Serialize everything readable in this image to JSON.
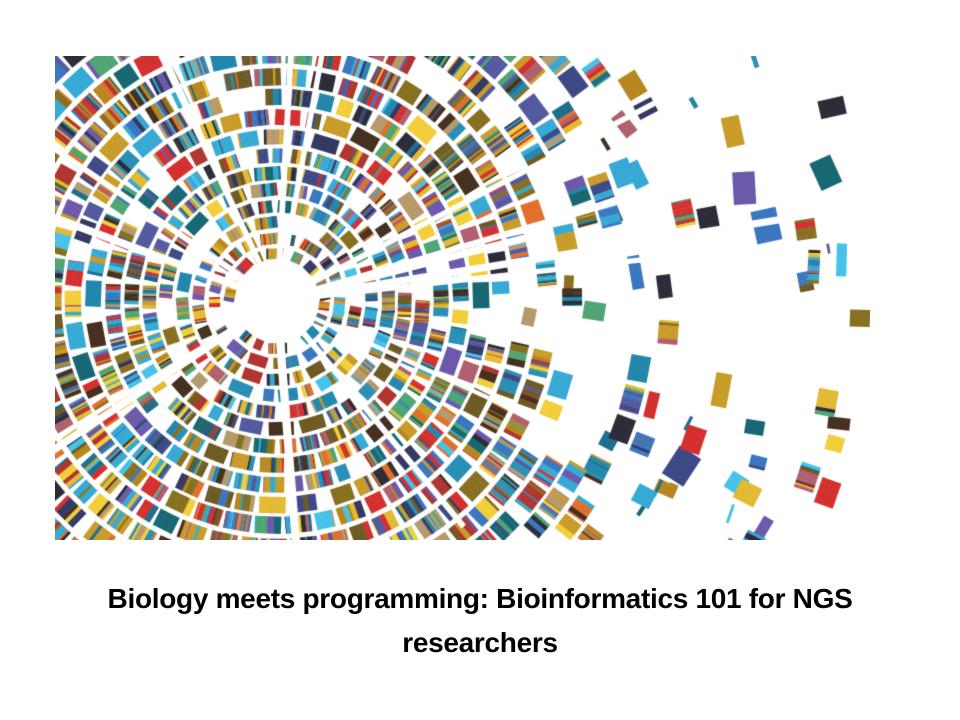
{
  "slide": {
    "title": "Biology meets programming: Bioinformatics 101 for NGS researchers",
    "title_line1": "Biology meets programming: Bioinformatics 101 for NGS",
    "title_line2": "researchers",
    "title_color": "#000000",
    "background_color": "#ffffff"
  },
  "graphic": {
    "name": "dna-sequencing-radial-mosaic",
    "description": "Decorative DNA-sequencing style mosaic: concentric rings of small striped color tiles radiating from a white center circle, breaking apart and scattering into loose fragments toward the right edge",
    "background_color": "#ffffff",
    "palette": [
      "#36a9d4",
      "#2a8fb5",
      "#45c3ea",
      "#1d6f8e",
      "#36a9d4",
      "#2387ab",
      "#c99b28",
      "#b7871f",
      "#e3ba31",
      "#f2cf3a",
      "#c99b28",
      "#d4302f",
      "#b03530",
      "#e2702d",
      "#333963",
      "#545a9e",
      "#6c59ab",
      "#3e4a86",
      "#46301f",
      "#6e5a23",
      "#87701f",
      "#176873",
      "#b0606e",
      "#b59a6e",
      "#2c2d38",
      "#3a77c0",
      "#4fa573"
    ]
  }
}
